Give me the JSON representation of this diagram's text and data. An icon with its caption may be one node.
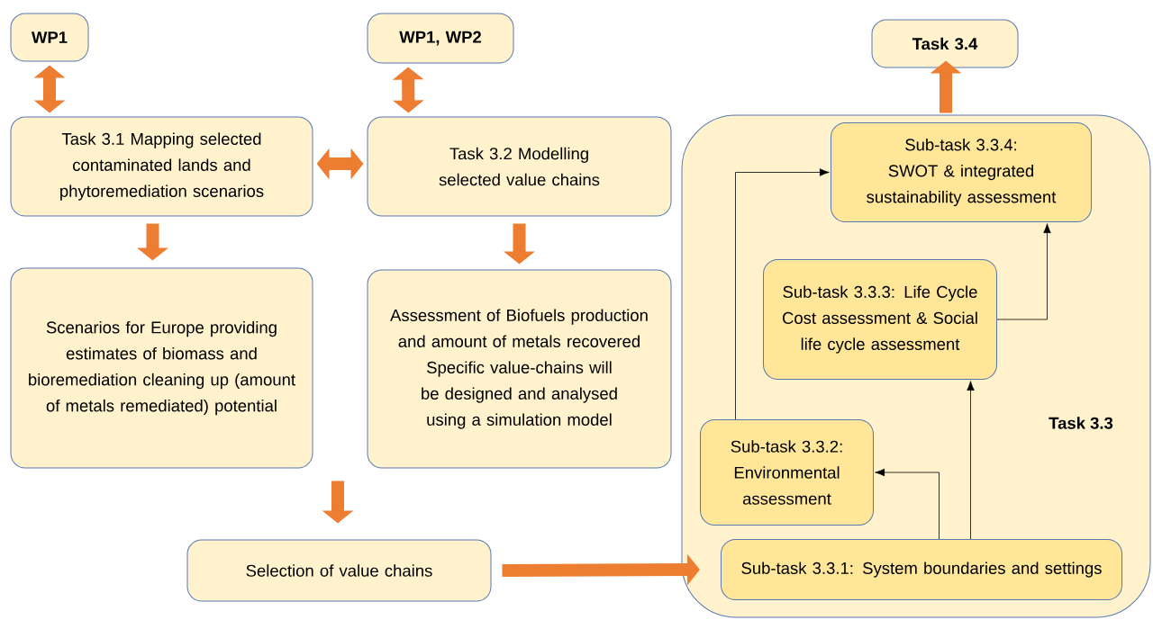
{
  "diagram": {
    "nodes": [
      {
        "text": [
          "WP1"
        ]
      },
      {
        "text": [
          "WP1, WP2"
        ]
      },
      {
        "text": [
          "Task 3.4"
        ]
      },
      {
        "text": [
          "Task 3.1 Mapping selected contaminated lands and phytoremediation scenarios"
        ]
      },
      {
        "text": [
          "Task 3.2 Modelling selected value chains"
        ]
      },
      {
        "text": [
          "Scenarios for Europe providing estimates of biomass and bioremediation cleaning up (amount of metals remediated) potential"
        ]
      },
      {
        "text": [
          "Assessment of Biofuels production and amount of metals recovered",
          "Specific value-chains will be designed and analysed using a simulation model"
        ]
      },
      {
        "text": [
          "Task 3.3"
        ]
      },
      {
        "text": [
          "Sub-task 3.3.4: SWOT & integrated sustainability assessment"
        ],
        "in": 7
      },
      {
        "text": [
          "Sub-task 3.3.3: Life Cycle Cost assessment & Social life cycle assessment"
        ],
        "in": 7
      },
      {
        "text": [
          "Sub-task 3.3.2: Environmental assessment"
        ],
        "in": 7
      },
      {
        "text": [
          "Selection of value chains"
        ]
      },
      {
        "text": [
          "Sub-task 3.3.1: System boundaries and settings"
        ],
        "in": 7
      }
    ],
    "edges": [
      {
        "from": 0,
        "to": 3,
        "arrow": "both"
      },
      {
        "from": 1,
        "to": 4,
        "arrow": "both"
      },
      {
        "from": 3,
        "to": 4,
        "arrow": "both"
      },
      {
        "from": 3,
        "to": 5,
        "arrow": "to"
      },
      {
        "from": 4,
        "to": 6,
        "arrow": "to"
      },
      {
        "from": 5,
        "to": 11,
        "arrow": "to"
      },
      {
        "from": 11,
        "to": 12,
        "arrow": "to"
      },
      {
        "from": 7,
        "to": 2,
        "arrow": "to"
      },
      {
        "from": 12,
        "to": 10,
        "arrow": "to",
        "color": "#000000"
      },
      {
        "from": 12,
        "to": 9,
        "arrow": "to",
        "color": "#000000"
      },
      {
        "from": 10,
        "to": 8,
        "arrow": "to",
        "color": "#000000"
      },
      {
        "from": 9,
        "to": 8,
        "arrow": "to",
        "color": "#000000"
      }
    ]
  }
}
